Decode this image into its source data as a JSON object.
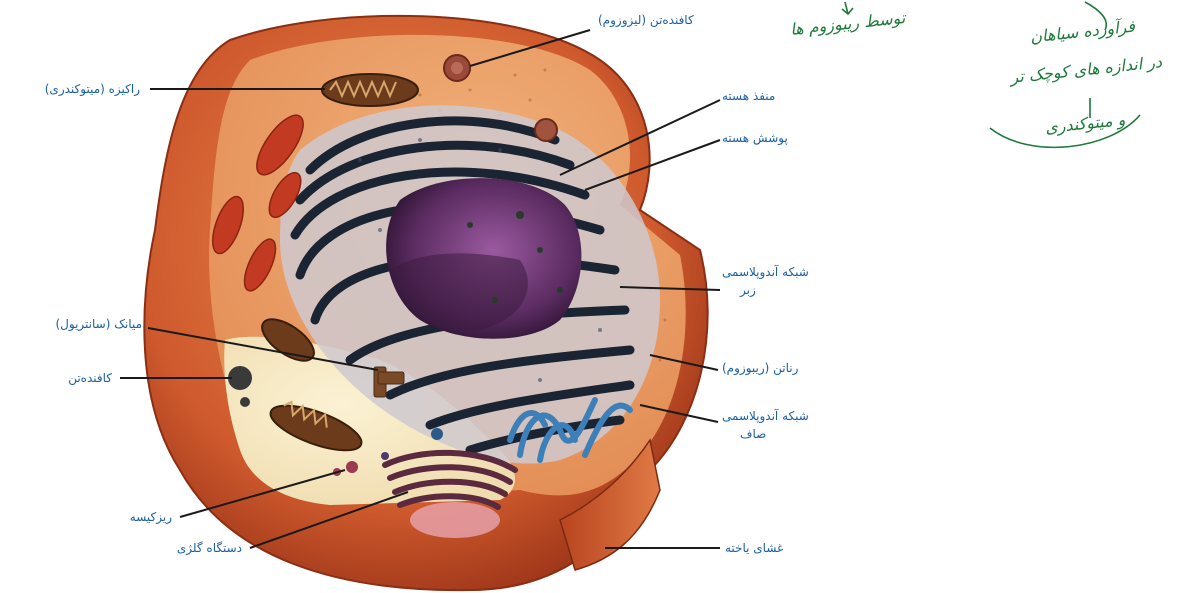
{
  "labels": {
    "lysosome": "کافنده‌تن (لیزوزوم)",
    "mitochondrion": "راکیزه (میتوکندری)",
    "nuclear_pore": "منفذ هسته",
    "nuclear_envelope": "پوشش هسته",
    "rough_er_line1": "شبکه آندوپلاسمی",
    "rough_er_line2": "زبر",
    "centriole": "میانک (سانتریول)",
    "vacuole": "کافنده‌تن",
    "ribosome": "رناتن (ریبوزوم)",
    "smooth_er_line1": "شبکه آندوپلاسمی",
    "smooth_er_line2": "صاف",
    "vesicle": "ریزکیسه",
    "golgi": "دستگاه گلژی",
    "membrane": "غشای یاخته"
  },
  "handwriting": {
    "note_top": "توسط ریبوزوم ها",
    "note_right_line1": "فرآورده سیاهان",
    "note_right_line2": "در اندازه های کوچک تر",
    "note_right_line3": "و میتوکندری"
  },
  "colors": {
    "label_text": "#1b5fa3",
    "handwriting": "#1d7a3a",
    "cell_outer": "#c9502a",
    "cytoplasm": "#e59b66",
    "nucleus": "#5a2b60",
    "er_dark": "#1b2433",
    "smooth_er": "#3d7fb8",
    "mitochondria": "#c23a22"
  }
}
